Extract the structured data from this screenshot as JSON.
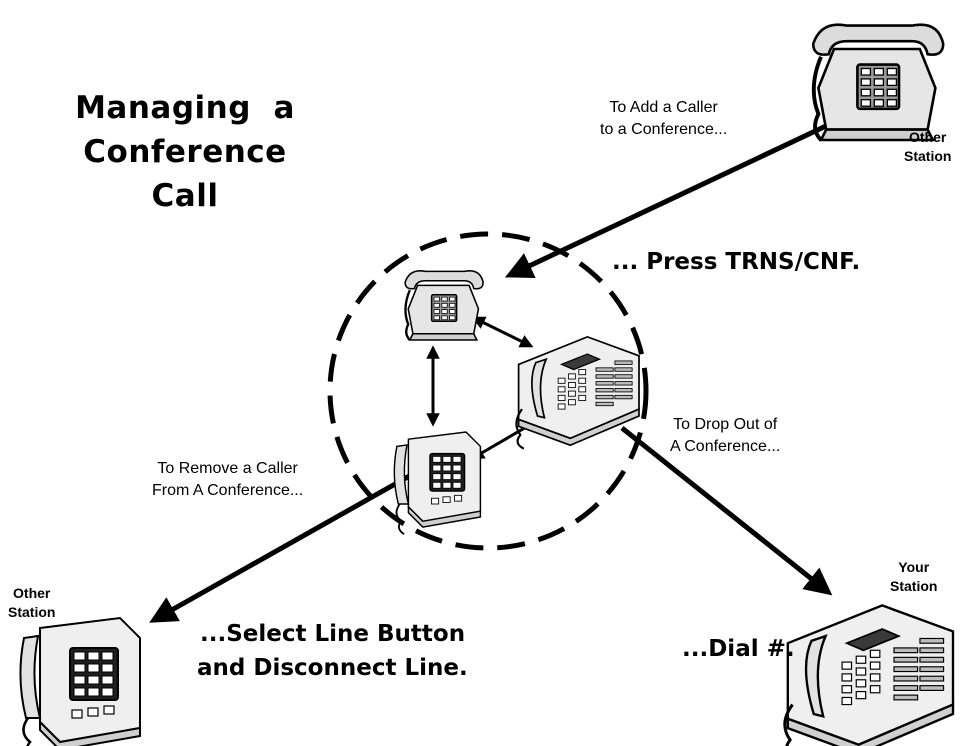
{
  "title": {
    "line1": "Managing  a",
    "line2": "Conference",
    "line3": "Call"
  },
  "headings": {
    "press": "... Press TRNS/CNF.",
    "select_line1": "...Select Line Button",
    "select_line2": "and Disconnect Line.",
    "dial": "...Dial #."
  },
  "labels": {
    "add_line1": "To Add a Caller",
    "add_line2": "to a Conference...",
    "drop_line1": "To Drop Out of",
    "drop_line2": "A Conference...",
    "remove_line1": "To Remove a Caller",
    "remove_line2": "From A Conference..."
  },
  "stations": {
    "other_top_line1": "Other",
    "other_top_line2": "Station",
    "other_left_line1": "Other",
    "other_left_line2": "Station",
    "yours_line1": "Your",
    "yours_line2": "Station"
  }
}
